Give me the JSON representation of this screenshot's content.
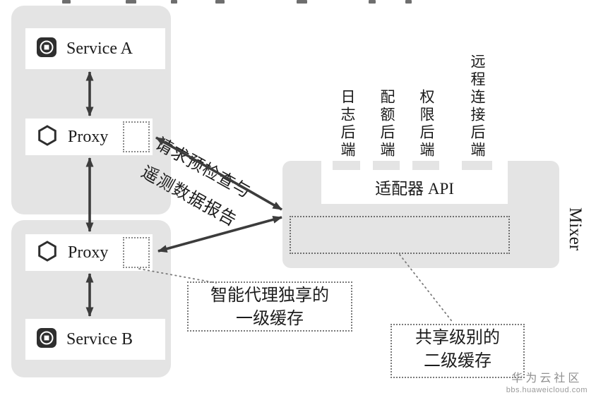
{
  "services": {
    "service_a": "Service A",
    "proxy_a": "Proxy",
    "proxy_b": "Proxy",
    "service_b": "Service B"
  },
  "flow": {
    "label_line1": "请求预检查与",
    "label_line2": "遥测数据报告"
  },
  "mixer": {
    "backends": [
      "日志后端",
      "配额后端",
      "权限后端",
      "远程连接后端"
    ],
    "adapter_api": "适配器 API",
    "name": "Mixer"
  },
  "callouts": {
    "l1_line1": "智能代理独享的",
    "l1_line2": "一级缓存",
    "l2_line1": "共享级别的",
    "l2_line2": "二级缓存"
  },
  "watermark": {
    "title": "华为云社区",
    "subtitle": "bbs.huaweicloud.com"
  },
  "colors": {
    "panel_gray": "#e4e4e4",
    "ink": "#3c3c3c",
    "dotted_border": "#8a8a8a"
  }
}
